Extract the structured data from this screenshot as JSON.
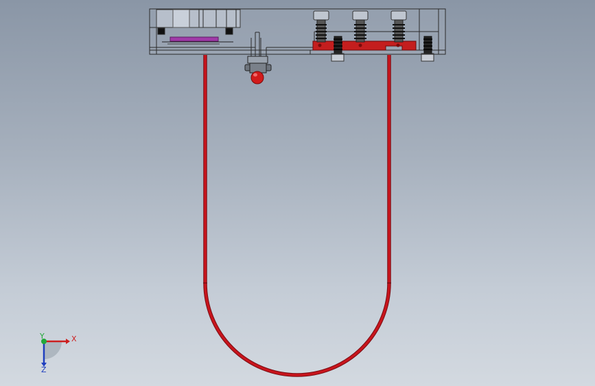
{
  "viewport": {
    "name": "cad-graphics-area",
    "background_top": "#8a96a6",
    "background_bottom": "#d3d9e0"
  },
  "model": {
    "cable_color": "#b5121b",
    "housing_outline_color": "#2a2a2a",
    "plate_color": "#c41e1e",
    "pad_color": "#a03aa8",
    "connector_color": "#cf1d1d"
  },
  "triad": {
    "x_label": "X",
    "y_label": "Y",
    "z_label": "Z",
    "x_color": "#cc1f1f",
    "y_color": "#22a83a",
    "z_color": "#1f3fbf"
  }
}
